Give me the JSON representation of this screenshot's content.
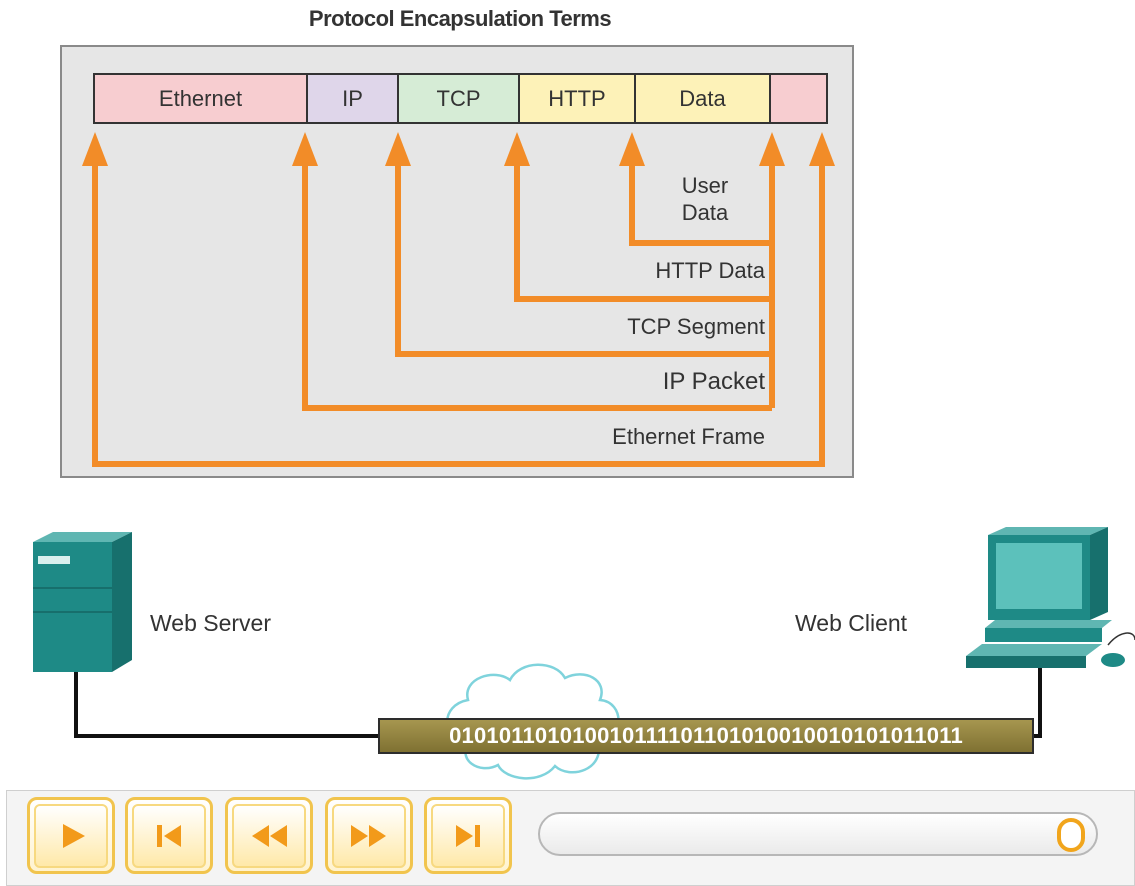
{
  "title": "Protocol Encapsulation Terms",
  "frame_fields": [
    {
      "label": "Ethernet",
      "color": "#f7cdd0"
    },
    {
      "label": "IP",
      "color": "#dfd6ea"
    },
    {
      "label": "TCP",
      "color": "#d6ecd6"
    },
    {
      "label": "HTTP",
      "color": "#fdf2b8"
    },
    {
      "label": "Data",
      "color": "#fdf2b8"
    },
    {
      "label": "",
      "color": "#f7cdd0"
    }
  ],
  "terms": {
    "user_data": [
      "User",
      "Data"
    ],
    "http_data": "HTTP Data",
    "tcp_segment": "TCP Segment",
    "ip_packet": "IP Packet",
    "ethernet_frame": "Ethernet Frame"
  },
  "nodes": {
    "server": "Web Server",
    "client": "Web Client"
  },
  "binary_stream": "010101101010010111101101010010010101011011",
  "colors": {
    "arrow": "#f28c28",
    "device": "#1e8a86"
  },
  "controls": [
    {
      "name": "play-button",
      "icon": "play-icon"
    },
    {
      "name": "skip-to-start-button",
      "icon": "skip-back-icon"
    },
    {
      "name": "rewind-button",
      "icon": "rewind-icon"
    },
    {
      "name": "fast-forward-button",
      "icon": "fast-forward-icon"
    },
    {
      "name": "skip-to-end-button",
      "icon": "skip-forward-icon"
    }
  ],
  "progress": 0.98
}
